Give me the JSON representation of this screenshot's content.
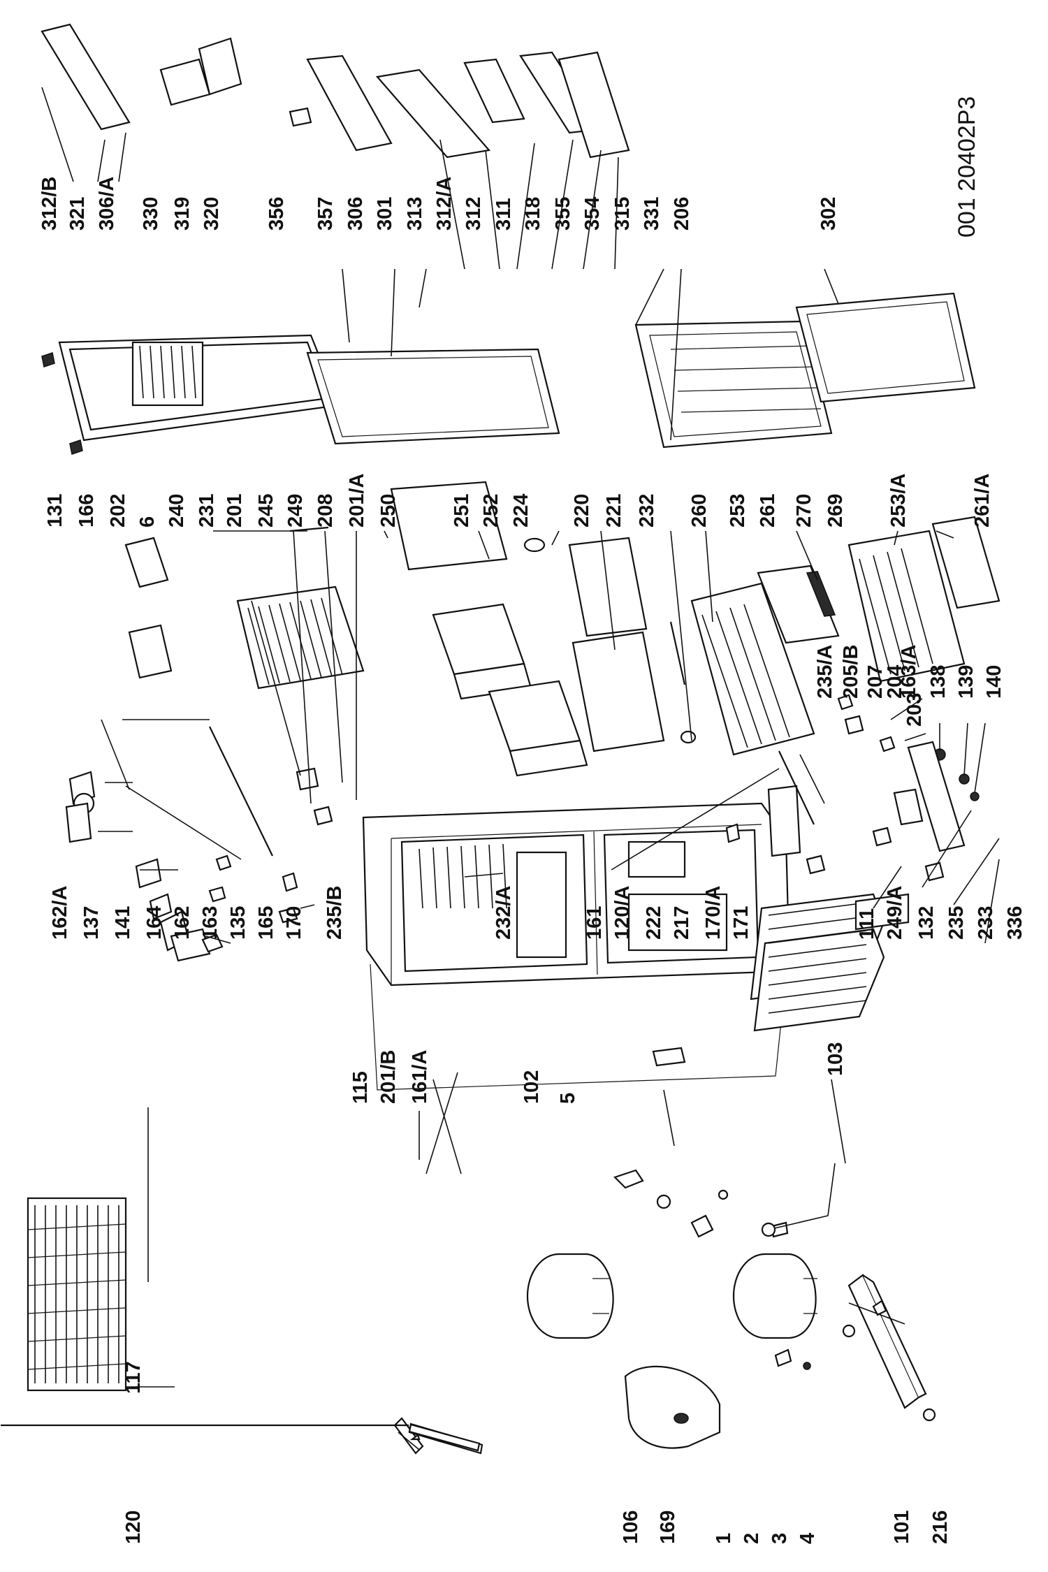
{
  "document_code": "001  20402P3",
  "labels": [
    "117",
    "120",
    "106",
    "169",
    "1",
    "2",
    "3",
    "4",
    "101",
    "216",
    "115",
    "201/B",
    "161/A",
    "102",
    "5",
    "103",
    "162/A",
    "137",
    "141",
    "164",
    "162",
    "163",
    "135",
    "165",
    "170",
    "235/B",
    "232/A",
    "161",
    "120/A",
    "222",
    "217",
    "170/A",
    "171",
    "111",
    "249/A",
    "132",
    "235",
    "233",
    "336",
    "131",
    "166",
    "202",
    "6",
    "240",
    "231",
    "201",
    "245",
    "249",
    "208",
    "201/A",
    "250",
    "251",
    "252",
    "224",
    "220",
    "221",
    "232",
    "260",
    "253",
    "261",
    "270",
    "269",
    "253/A",
    "261/A",
    "235/A",
    "205/B",
    "207",
    "204",
    "203",
    "163/A",
    "138",
    "139",
    "140",
    "312/B",
    "321",
    "306/A",
    "330",
    "319",
    "320",
    "356",
    "357",
    "306",
    "301",
    "313",
    "312/A",
    "312",
    "311",
    "318",
    "355",
    "354",
    "315",
    "331",
    "206",
    "302"
  ]
}
